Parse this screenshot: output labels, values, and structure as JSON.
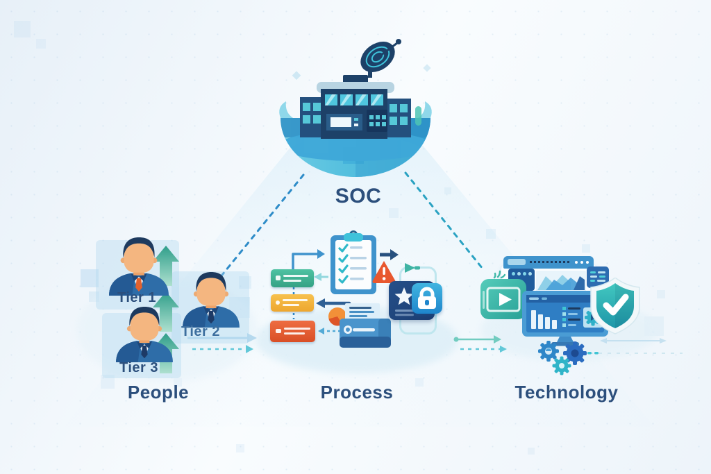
{
  "hub": {
    "label": "SOC"
  },
  "sections": {
    "people": {
      "label": "People",
      "tier1": "Tier 1",
      "tier2": "Tier 2",
      "tier3": "Tier 3"
    },
    "process": {
      "label": "Process"
    },
    "technology": {
      "label": "Technology"
    }
  },
  "colors": {
    "label_navy": "#2c4f7c",
    "connector_blue": "#2e8cc8",
    "connector_teal": "#2aa2c2",
    "tier_arrow_green": "#2f9e8a",
    "flow_green": "#3eb596",
    "flow_yellow": "#f5b942",
    "flow_red": "#e2562e",
    "warning_orange": "#e8572e",
    "shield_teal": "#2fb4ae",
    "building_navy": "#1d4168",
    "dome_blue": "#49b4da",
    "screen_blue": "#2f7ec4"
  },
  "icons": {
    "satellite-dish": "svg-shape",
    "soc-building": "svg-shape",
    "analyst-avatar": "svg-shape",
    "up-arrow": "svg-shape",
    "clipboard-checklist": "svg-shape",
    "warning-triangle": "svg-shape",
    "pie-chart": "svg-shape",
    "printer": "svg-shape",
    "star-badge": "svg-shape",
    "lock-badge": "svg-shape",
    "browser-window": "svg-shape",
    "area-chart": "svg-shape",
    "chat-box": "svg-shape",
    "video-player": "svg-shape",
    "monitor-dashboard": "svg-shape",
    "shield-check": "svg-shape",
    "gears": "svg-shape"
  }
}
